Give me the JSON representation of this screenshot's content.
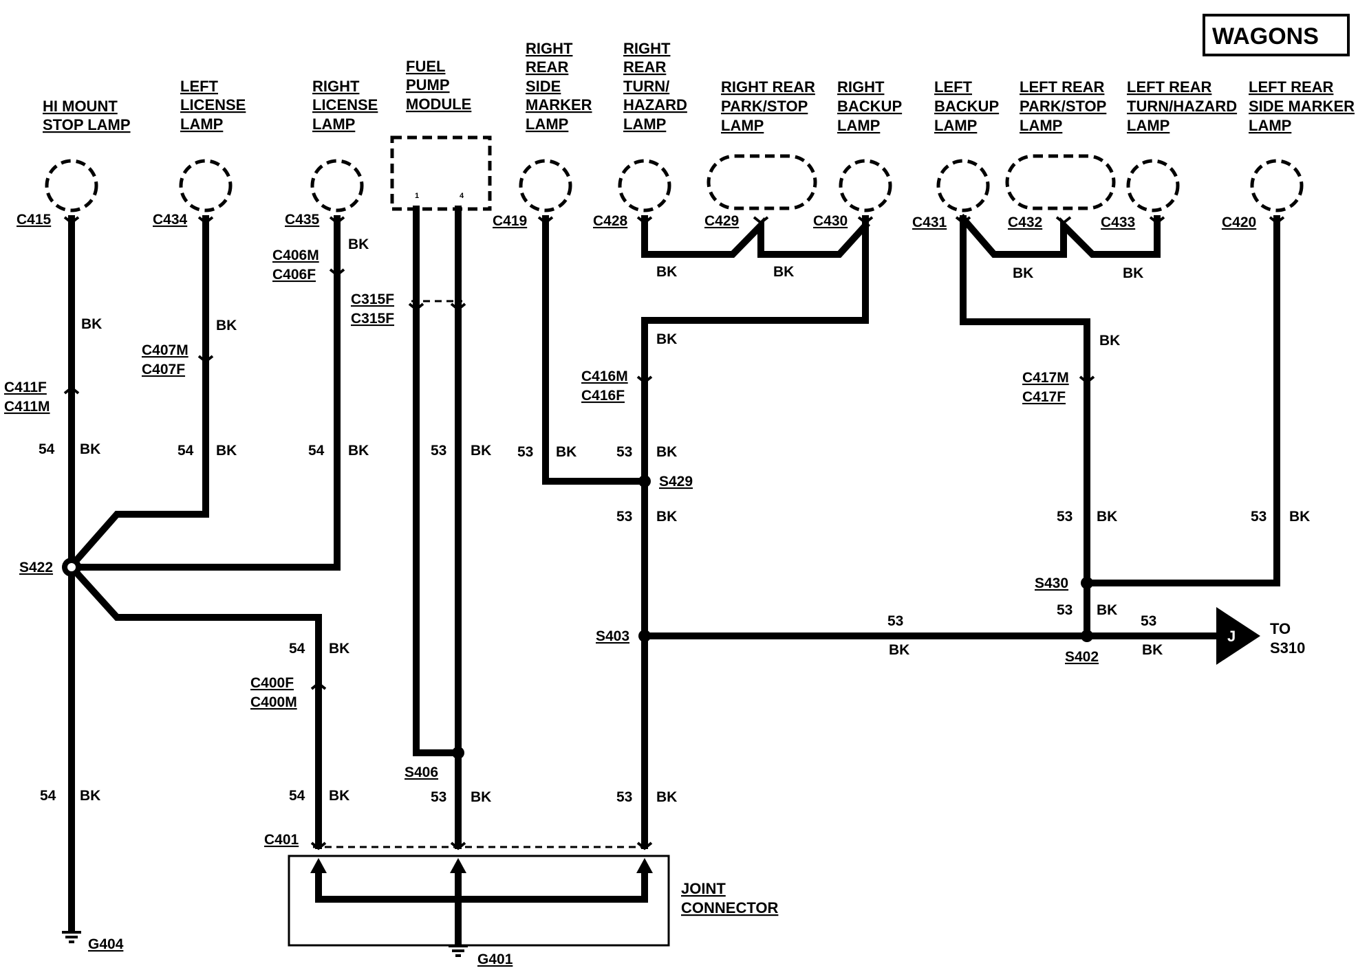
{
  "title": "WAGONS",
  "components": {
    "hi_mount": [
      "HI MOUNT",
      "STOP LAMP"
    ],
    "left_license": [
      "LEFT",
      "LICENSE",
      "LAMP"
    ],
    "right_license": [
      "RIGHT",
      "LICENSE",
      "LAMP"
    ],
    "fuel_pump": [
      "FUEL",
      "PUMP",
      "MODULE"
    ],
    "right_rear_side_marker": [
      "RIGHT",
      "REAR",
      "SIDE",
      "MARKER",
      "LAMP"
    ],
    "right_rear_turn": [
      "RIGHT",
      "REAR",
      "TURN/",
      "HAZARD",
      "LAMP"
    ],
    "right_rear_park": [
      "RIGHT REAR",
      "PARK/STOP",
      "LAMP"
    ],
    "right_backup": [
      "RIGHT",
      "BACKUP",
      "LAMP"
    ],
    "left_backup": [
      "LEFT",
      "BACKUP",
      "LAMP"
    ],
    "left_rear_park": [
      "LEFT REAR",
      "PARK/STOP",
      "LAMP"
    ],
    "left_rear_turn": [
      "LEFT REAR",
      "TURN/HAZARD",
      "LAMP"
    ],
    "left_rear_side_marker": [
      "LEFT REAR",
      "SIDE MARKER",
      "LAMP"
    ],
    "joint_connector": [
      "JOINT",
      "CONNECTOR"
    ],
    "to_s310": [
      "TO",
      "S310"
    ]
  },
  "fuel_pump_pins": [
    "1",
    "4"
  ],
  "connectors": {
    "c415": "C415",
    "c434": "C434",
    "c435": "C435",
    "c419": "C419",
    "c428": "C428",
    "c429": "C429",
    "c430": "C430",
    "c431": "C431",
    "c432": "C432",
    "c433": "C433",
    "c420": "C420",
    "c406m": "C406M",
    "c406f": "C406F",
    "c315f_a": "C315F",
    "c315f_b": "C315F",
    "c407m": "C407M",
    "c407f": "C407F",
    "c411f": "C411F",
    "c411m": "C411M",
    "c416m": "C416M",
    "c416f": "C416F",
    "c417m": "C417M",
    "c417f": "C417F",
    "c400f": "C400F",
    "c400m": "C400M",
    "c401": "C401"
  },
  "splices": {
    "s422": "S422",
    "s406": "S406",
    "s429": "S429",
    "s403": "S403",
    "s430": "S430",
    "s402": "S402"
  },
  "grounds": {
    "g404": "G404",
    "g401": "G401"
  },
  "connector_symbol": "J",
  "wire_labels": [
    {
      "id": "w1",
      "text": "BK"
    },
    {
      "id": "w2",
      "text": "BK"
    },
    {
      "id": "w3",
      "text": "BK"
    },
    {
      "id": "w4",
      "text": "54"
    },
    {
      "id": "w5",
      "text": "BK"
    },
    {
      "id": "w6",
      "text": "54"
    },
    {
      "id": "w7",
      "text": "BK"
    },
    {
      "id": "w8",
      "text": "54"
    },
    {
      "id": "w9",
      "text": "BK"
    },
    {
      "id": "w10",
      "text": "53"
    },
    {
      "id": "w11",
      "text": "BK"
    },
    {
      "id": "w12",
      "text": "53"
    },
    {
      "id": "w13",
      "text": "BK"
    },
    {
      "id": "w14",
      "text": "BK"
    },
    {
      "id": "w15",
      "text": "BK"
    },
    {
      "id": "w16",
      "text": "BK"
    },
    {
      "id": "w17",
      "text": "53"
    },
    {
      "id": "w18",
      "text": "BK"
    },
    {
      "id": "w19",
      "text": "53"
    },
    {
      "id": "w20",
      "text": "BK"
    },
    {
      "id": "w21",
      "text": "BK"
    },
    {
      "id": "w22",
      "text": "BK"
    },
    {
      "id": "w23",
      "text": "BK"
    },
    {
      "id": "w24",
      "text": "53"
    },
    {
      "id": "w25",
      "text": "BK"
    },
    {
      "id": "w26",
      "text": "53"
    },
    {
      "id": "w27",
      "text": "BK"
    },
    {
      "id": "w28",
      "text": "53"
    },
    {
      "id": "w29",
      "text": "BK"
    },
    {
      "id": "w30",
      "text": "53"
    },
    {
      "id": "w31",
      "text": "BK"
    },
    {
      "id": "w32",
      "text": "53"
    },
    {
      "id": "w33",
      "text": "BK"
    },
    {
      "id": "w34",
      "text": "54"
    },
    {
      "id": "w35",
      "text": "BK"
    },
    {
      "id": "w36",
      "text": "54"
    },
    {
      "id": "w37",
      "text": "BK"
    },
    {
      "id": "w38",
      "text": "54"
    },
    {
      "id": "w39",
      "text": "BK"
    },
    {
      "id": "w40",
      "text": "53"
    },
    {
      "id": "w41",
      "text": "BK"
    },
    {
      "id": "w42",
      "text": "53"
    },
    {
      "id": "w43",
      "text": "BK"
    }
  ]
}
